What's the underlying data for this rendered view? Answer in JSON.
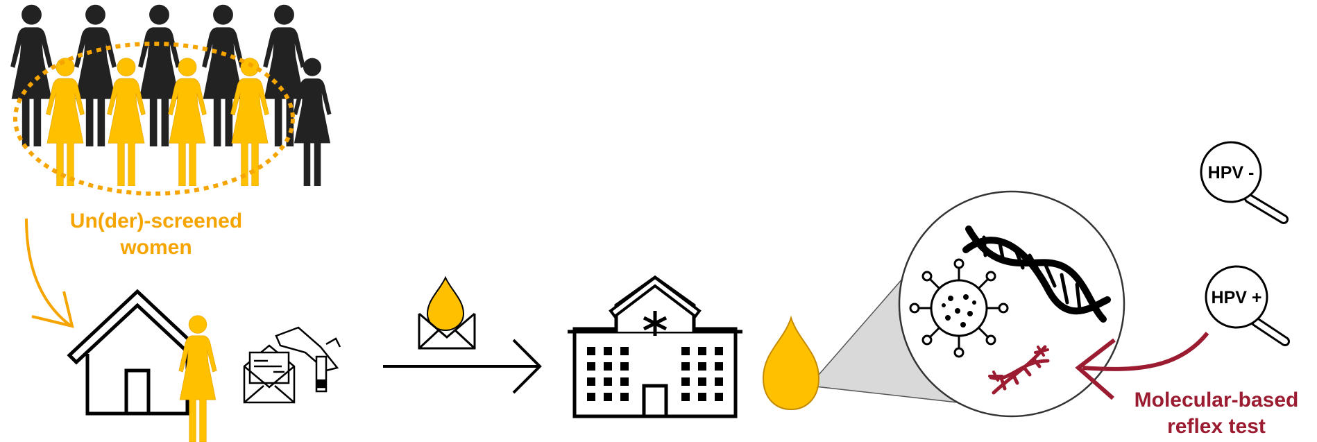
{
  "labels": {
    "underscreened_line1": "Un(der)-screened",
    "underscreened_line2": "women",
    "reflex_line1": "Molecular-based",
    "reflex_line2": "reflex test",
    "hpv_negative": "HPV -",
    "hpv_positive": "HPV +"
  },
  "colors": {
    "highlight": "#FFC000",
    "highlight_stroke": "#E8A200",
    "label_orange": "#F5A400",
    "reflex_red": "#9B1B30",
    "population_dark": "#222222",
    "outline": "#000000",
    "magnifier_cone": "#D9D9D9"
  },
  "population": {
    "back_row_count": 5,
    "front_row_highlighted_count": 4,
    "front_row_dark_count": 1
  },
  "icons": [
    "woman-figure-icon",
    "dotted-ellipse-icon",
    "house-icon",
    "envelope-letter-icon",
    "swab-device-icon",
    "mail-sample-icon",
    "arrow-right-icon",
    "hospital-icon",
    "sample-drop-icon",
    "dna-helix-icon",
    "virus-icon",
    "mutated-dna-icon",
    "magnifier-icon"
  ]
}
